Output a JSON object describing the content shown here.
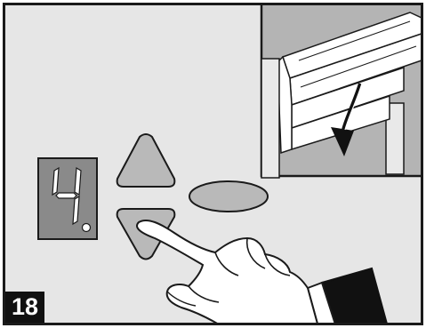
{
  "step": {
    "number": "18"
  },
  "display": {
    "digit": "4",
    "decimal_point_lit": true,
    "digit_color": "#ffffff",
    "background_color": "#8a8a8a"
  },
  "controls": {
    "up_button": "up-arrow-button",
    "down_button": "down-arrow-button",
    "oval_button": "oval-button",
    "pressed": "down"
  },
  "colors": {
    "panel_background": "#e6e6e6",
    "button_fill": "#b9b9b9",
    "outline": "#1a1a1a",
    "badge": "#111111"
  },
  "inset": {
    "icon": "garage-door-closing-icon",
    "direction": "down"
  }
}
